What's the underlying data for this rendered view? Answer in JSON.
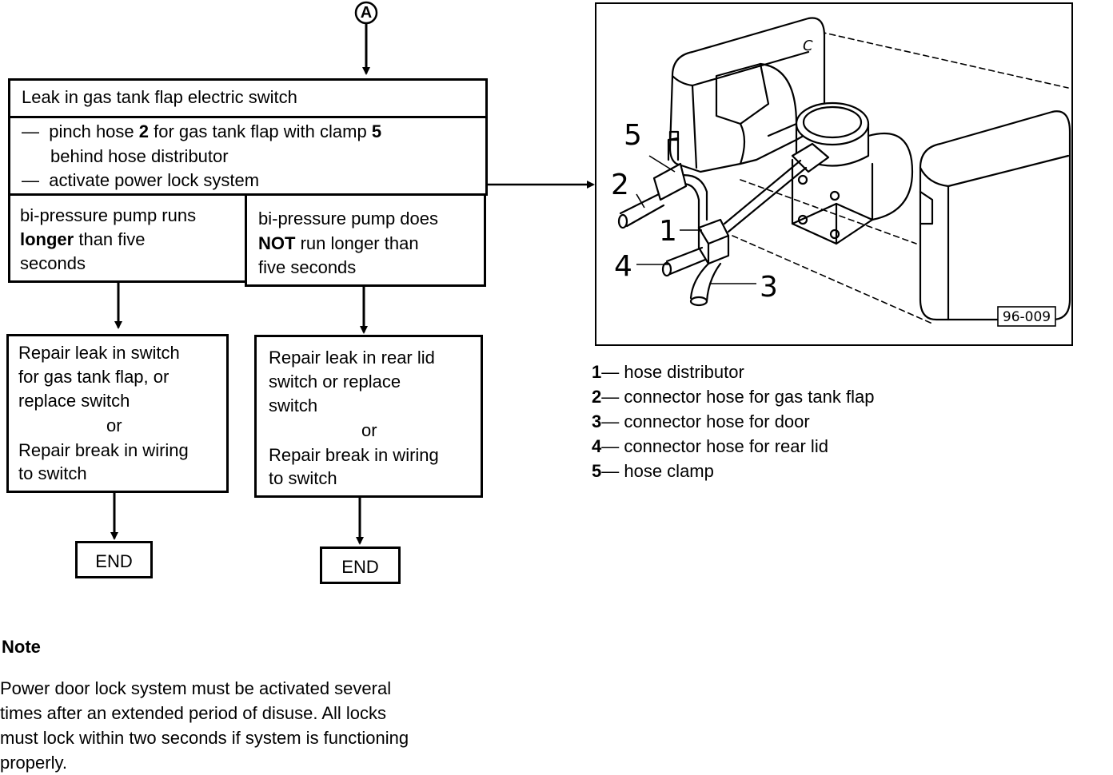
{
  "connector": {
    "label": "A"
  },
  "flowchart": {
    "header": "Leak in gas tank flap electric switch",
    "steps": [
      {
        "dash": "—",
        "pre": "pinch hose ",
        "b1": "2",
        "mid": " for gas tank flap with clamp ",
        "b2": "5"
      },
      {
        "cont": "behind hose distributor"
      },
      {
        "dash": "—",
        "text": "activate power lock system"
      }
    ],
    "branch_left": {
      "line1": "bi-pressure pump runs",
      "bold": "longer",
      "line2_rest": " than five",
      "line3": "seconds"
    },
    "branch_right": {
      "line1": "bi-pressure pump does",
      "bold": "NOT",
      "line2_rest": " run longer than",
      "line3": "five seconds"
    },
    "result_left": {
      "lines": [
        "Repair leak in switch",
        "for gas tank flap, or",
        "replace switch"
      ],
      "or": "or",
      "lines2": [
        "Repair break in wiring",
        "to switch"
      ]
    },
    "result_right": {
      "lines": [
        "Repair leak in rear lid",
        "switch or replace",
        "switch"
      ],
      "or": "or",
      "lines2": [
        "Repair break in wiring",
        "to switch"
      ]
    },
    "end_left": "END",
    "end_right": "END"
  },
  "illustration": {
    "code": "96-009",
    "callouts": [
      "1",
      "2",
      "3",
      "4",
      "5"
    ],
    "corner_letter": "C"
  },
  "legend": [
    {
      "num": "1",
      "text": "— hose distributor"
    },
    {
      "num": "2",
      "text": "— connector hose for gas tank flap"
    },
    {
      "num": "3",
      "text": "— connector hose for door"
    },
    {
      "num": "4",
      "text": "— connector hose for rear lid"
    },
    {
      "num": "5",
      "text": "— hose clamp"
    }
  ],
  "note": {
    "title": "Note",
    "lines": [
      "Power door lock system must be activated several",
      "times after an extended period of disuse. All locks",
      "must lock within two seconds if system is functioning",
      "properly."
    ]
  }
}
